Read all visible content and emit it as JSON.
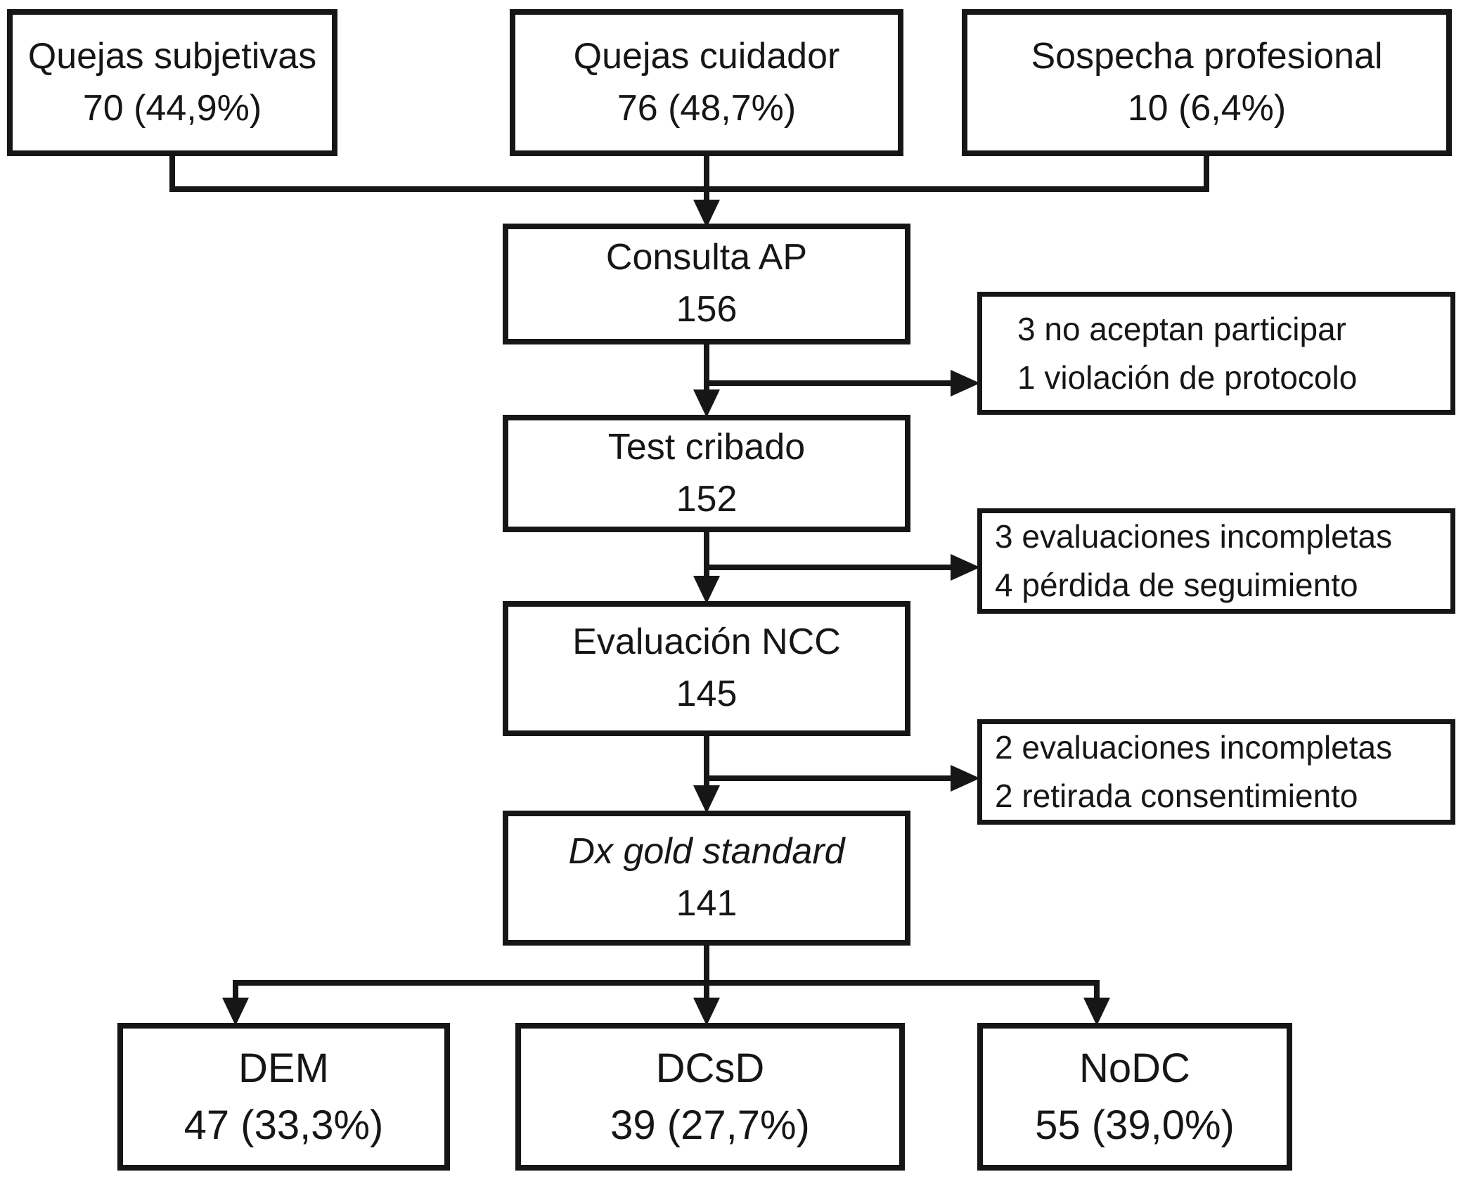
{
  "diagram": {
    "type": "flowchart",
    "language": "es",
    "colors": {
      "line": "#161616",
      "box_background": "#ffffff",
      "text": "#161616",
      "page_background": "#ffffff"
    },
    "source_boxes": [
      {
        "label": "Quejas subjetivas",
        "value": "70 (44,9%)"
      },
      {
        "label": "Quejas cuidador",
        "value": "76 (48,7%)"
      },
      {
        "label": "Sospecha profesional",
        "value": "10 (6,4%)"
      }
    ],
    "flow_boxes": [
      {
        "label": "Consulta AP",
        "value": "156",
        "italic_label": false
      },
      {
        "label": "Test cribado",
        "value": "152",
        "italic_label": false
      },
      {
        "label": "Evaluación NCC",
        "value": "145",
        "italic_label": false
      },
      {
        "label": "Dx gold standard",
        "value": "141",
        "italic_label": true
      }
    ],
    "exclusion_boxes": [
      {
        "lines": [
          "3 no aceptan participar",
          "1 violación de protocolo"
        ]
      },
      {
        "lines": [
          "3 evaluaciones incompletas",
          "4 pérdida de seguimiento"
        ]
      },
      {
        "lines": [
          "2 evaluaciones incompletas",
          "2 retirada consentimiento"
        ]
      }
    ],
    "outcome_boxes": [
      {
        "label": "DEM",
        "value": "47 (33,3%)"
      },
      {
        "label": "DCsD",
        "value": "39 (27,7%)"
      },
      {
        "label": "NoDC",
        "value": "55 (39,0%)"
      }
    ]
  }
}
